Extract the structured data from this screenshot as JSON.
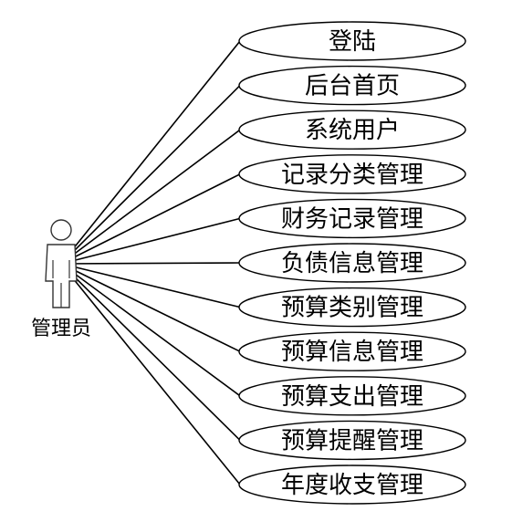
{
  "actor": {
    "label": "管理员",
    "icon": "person-icon"
  },
  "use_cases": [
    {
      "label": "登陆"
    },
    {
      "label": "后台首页"
    },
    {
      "label": "系统用户"
    },
    {
      "label": "记录分类管理"
    },
    {
      "label": "财务记录管理"
    },
    {
      "label": "负债信息管理"
    },
    {
      "label": "预算类别管理"
    },
    {
      "label": "预算信息管理"
    },
    {
      "label": "预算支出管理"
    },
    {
      "label": "预算提醒管理"
    },
    {
      "label": "年度收支管理"
    }
  ]
}
